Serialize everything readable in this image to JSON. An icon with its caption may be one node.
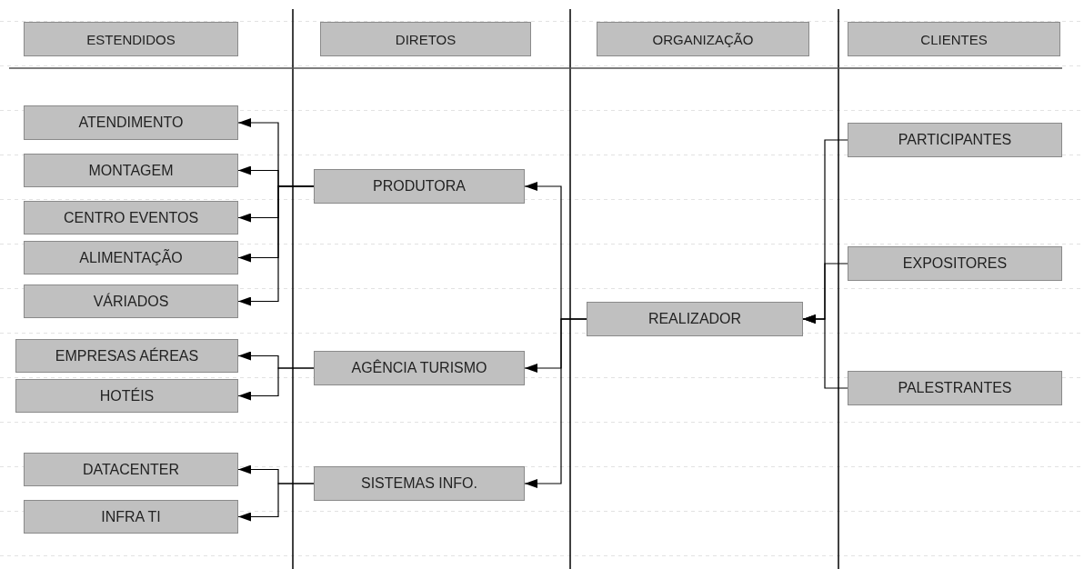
{
  "diagram": {
    "nodes": [
      {
        "text": [
          "ESTENDIDOS"
        ]
      },
      {
        "text": [
          "DIRETOS"
        ]
      },
      {
        "text": [
          "ORGANIZAÇÃO"
        ]
      },
      {
        "text": [
          "CLIENTES"
        ]
      },
      {
        "text": [
          "ATENDIMENTO"
        ]
      },
      {
        "text": [
          "MONTAGEM"
        ]
      },
      {
        "text": [
          "CENTRO EVENTOS"
        ]
      },
      {
        "text": [
          "ALIMENTAÇÃO"
        ]
      },
      {
        "text": [
          "VÁRIADOS"
        ]
      },
      {
        "text": [
          "EMPRESAS AÉREAS"
        ]
      },
      {
        "text": [
          "HOTÉIS"
        ]
      },
      {
        "text": [
          "DATACENTER"
        ]
      },
      {
        "text": [
          "INFRA TI"
        ]
      },
      {
        "text": [
          "PRODUTORA"
        ]
      },
      {
        "text": [
          "AGÊNCIA TURISMO"
        ]
      },
      {
        "text": [
          "SISTEMAS INFO."
        ]
      },
      {
        "text": [
          "REALIZADOR"
        ]
      },
      {
        "text": [
          "PARTICIPANTES"
        ]
      },
      {
        "text": [
          "EXPOSITORES"
        ]
      },
      {
        "text": [
          "PALESTRANTES"
        ]
      }
    ],
    "edges": [
      {
        "from": 13,
        "to": 4,
        "arrow": "to"
      },
      {
        "from": 13,
        "to": 5,
        "arrow": "to"
      },
      {
        "from": 13,
        "to": 6,
        "arrow": "to"
      },
      {
        "from": 13,
        "to": 7,
        "arrow": "to"
      },
      {
        "from": 13,
        "to": 8,
        "arrow": "to"
      },
      {
        "from": 14,
        "to": 9,
        "arrow": "to"
      },
      {
        "from": 14,
        "to": 10,
        "arrow": "to"
      },
      {
        "from": 15,
        "to": 11,
        "arrow": "to"
      },
      {
        "from": 15,
        "to": 12,
        "arrow": "to"
      },
      {
        "from": 16,
        "to": 13,
        "arrow": "to"
      },
      {
        "from": 16,
        "to": 14,
        "arrow": "to"
      },
      {
        "from": 16,
        "to": 15,
        "arrow": "to"
      },
      {
        "from": 17,
        "to": 16,
        "arrow": "to"
      },
      {
        "from": 18,
        "to": 16,
        "arrow": "to"
      },
      {
        "from": 19,
        "to": 16,
        "arrow": "to"
      }
    ]
  }
}
